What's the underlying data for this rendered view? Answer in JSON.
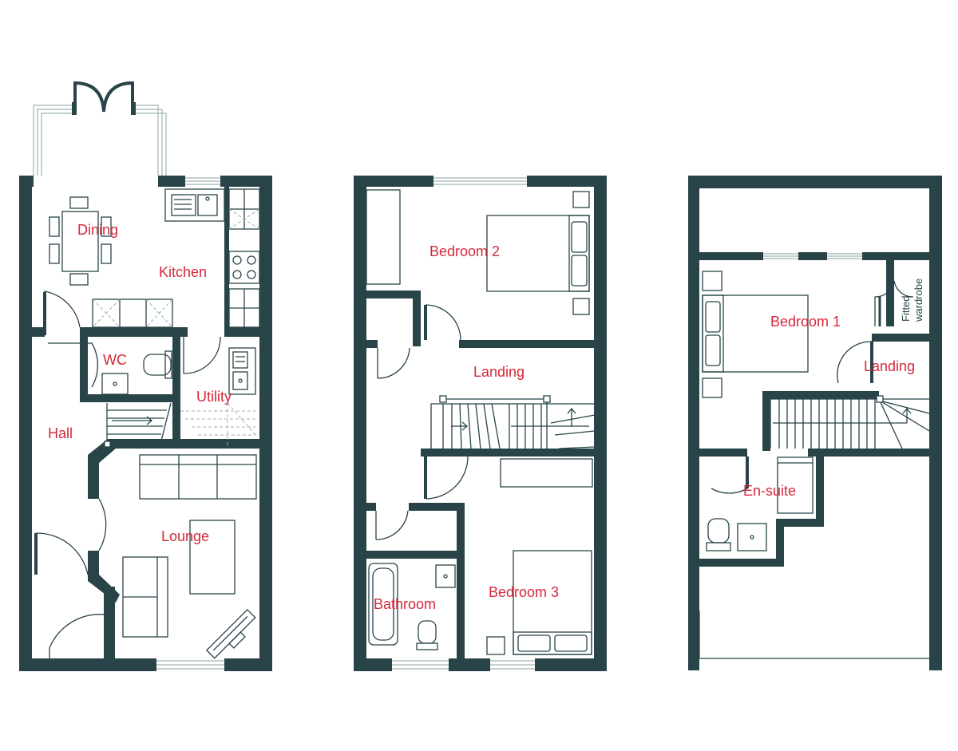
{
  "floors": {
    "ground": {
      "rooms": {
        "dining": "Dining",
        "kitchen": "Kitchen",
        "wc": "WC",
        "utility": "Utility",
        "hall": "Hall",
        "lounge": "Lounge"
      }
    },
    "first": {
      "rooms": {
        "bedroom2": "Bedroom 2",
        "landing": "Landing",
        "bathroom": "Bathroom",
        "bedroom3": "Bedroom 3"
      }
    },
    "second": {
      "rooms": {
        "bedroom1": "Bedroom 1",
        "landing": "Landing",
        "ensuite": "En-suite"
      },
      "fitted_wardrobe": [
        "Fitted",
        "wardrobe"
      ]
    }
  },
  "colors": {
    "wall": "#284448",
    "label": "#d6283a",
    "glazing": "#9fb3b3"
  }
}
